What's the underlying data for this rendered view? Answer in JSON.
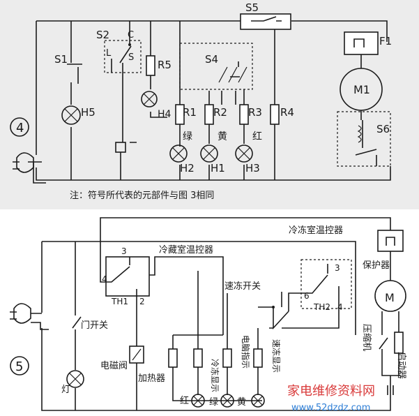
{
  "diagram1": {
    "number": "4",
    "labels": {
      "S1": "S1",
      "S2": "S2",
      "S4": "S4",
      "S5": "S5",
      "S6": "S6",
      "C": "C",
      "L": "L",
      "S": "S",
      "H5": "H5",
      "H4": "H4",
      "H1": "H1",
      "H2": "H2",
      "H3": "H3",
      "R1": "R1",
      "R2": "R2",
      "R3": "R3",
      "R4": "R4",
      "R5": "R5",
      "F1": "F1",
      "M1": "M1"
    },
    "lamp_colors": {
      "green": "绿",
      "yellow": "黄",
      "red": "红"
    },
    "note": "注：符号所代表的元部件与图 3相同"
  },
  "diagram2": {
    "number": "5",
    "labels": {
      "freezer_thermostat": "冷冻室温控器",
      "fridge_thermostat": "冷藏室温控器",
      "TH1": "TH1",
      "TH2": "TH2",
      "t3a": "3",
      "t4a": "4",
      "t2a": "2",
      "t3b": "3",
      "t6b": "6",
      "t4b": "4",
      "protector": "保护器",
      "motor": "M",
      "compressor": "压缩机",
      "starter": "启动器",
      "door_switch": "门开关",
      "lamp": "灯",
      "solenoid": "电磁阀",
      "heater": "加热器",
      "quick_freeze_switch": "速冻开关",
      "freeze_indicator": "冷冻显示",
      "fridge_indicator": "电脑指示",
      "quickfreeze_indicator": "速冻显示",
      "red": "红",
      "green": "绿",
      "yellow": "黄"
    }
  },
  "watermark": {
    "text": "家电维修资料网",
    "url": "www.52dzdz.com"
  },
  "colors": {
    "line": "#1b1b1b",
    "paper_top": "#f0f0f0",
    "watermark_text": "#d93a3a",
    "watermark_url": "#2f7fd6"
  }
}
